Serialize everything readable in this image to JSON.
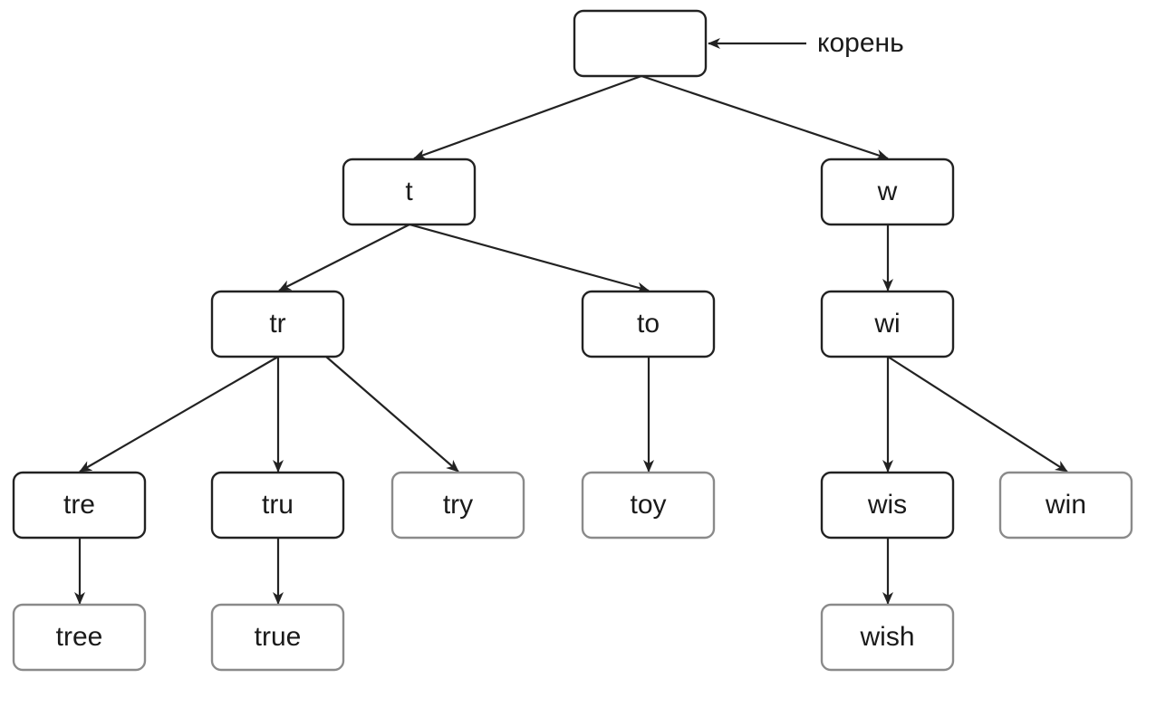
{
  "diagram": {
    "type": "trie",
    "root_label": "корень",
    "nodes": [
      {
        "id": "root",
        "label": "",
        "kind": "internal"
      },
      {
        "id": "t",
        "label": "t",
        "kind": "internal"
      },
      {
        "id": "w",
        "label": "w",
        "kind": "internal"
      },
      {
        "id": "tr",
        "label": "tr",
        "kind": "internal"
      },
      {
        "id": "to",
        "label": "to",
        "kind": "internal"
      },
      {
        "id": "wi",
        "label": "wi",
        "kind": "internal"
      },
      {
        "id": "tre",
        "label": "tre",
        "kind": "internal"
      },
      {
        "id": "tru",
        "label": "tru",
        "kind": "internal"
      },
      {
        "id": "try",
        "label": "try",
        "kind": "leaf"
      },
      {
        "id": "toy",
        "label": "toy",
        "kind": "leaf"
      },
      {
        "id": "wis",
        "label": "wis",
        "kind": "internal"
      },
      {
        "id": "win",
        "label": "win",
        "kind": "leaf"
      },
      {
        "id": "tree",
        "label": "tree",
        "kind": "leaf"
      },
      {
        "id": "true",
        "label": "true",
        "kind": "leaf"
      },
      {
        "id": "wish",
        "label": "wish",
        "kind": "leaf"
      }
    ],
    "edges": [
      [
        "root",
        "t"
      ],
      [
        "root",
        "w"
      ],
      [
        "t",
        "tr"
      ],
      [
        "t",
        "to"
      ],
      [
        "w",
        "wi"
      ],
      [
        "tr",
        "tre"
      ],
      [
        "tr",
        "tru"
      ],
      [
        "tr",
        "try"
      ],
      [
        "to",
        "toy"
      ],
      [
        "wi",
        "wis"
      ],
      [
        "wi",
        "win"
      ],
      [
        "tre",
        "tree"
      ],
      [
        "tru",
        "true"
      ],
      [
        "wis",
        "wish"
      ]
    ],
    "colors": {
      "line": "#222222",
      "internal_border": "#222222",
      "leaf_border": "#8a8a8a",
      "text": "#1a1a1a"
    }
  }
}
